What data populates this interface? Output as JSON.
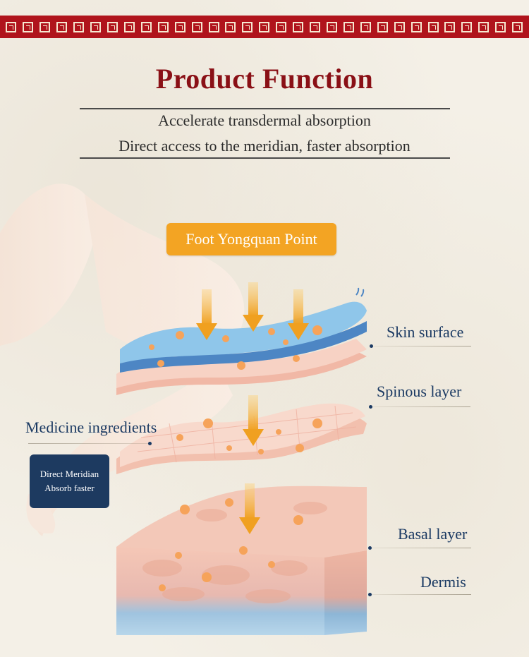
{
  "header": {
    "title": "Product Function",
    "subtitle_line1": "Accelerate transdermal absorption",
    "subtitle_line2": "Direct access to the meridian, faster absorption"
  },
  "badge": {
    "text": "Foot Yongquan Point"
  },
  "labels": {
    "skin_surface": "Skin surface",
    "spinous_layer": "Spinous layer",
    "medicine_ingredients": "Medicine ingredients",
    "basal_layer": "Basal layer",
    "dermis": "Dermis"
  },
  "info_box": {
    "line1": "Direct Meridian",
    "line2": "Absorb faster"
  },
  "colors": {
    "border_red": "#b0141c",
    "title_red": "#8a1016",
    "accent_orange": "#f3a423",
    "label_navy": "#1b3a63",
    "box_navy": "#1d3a60",
    "skin_blue": "#8fc6ea",
    "tissue_pink": "#f4c3b3"
  }
}
